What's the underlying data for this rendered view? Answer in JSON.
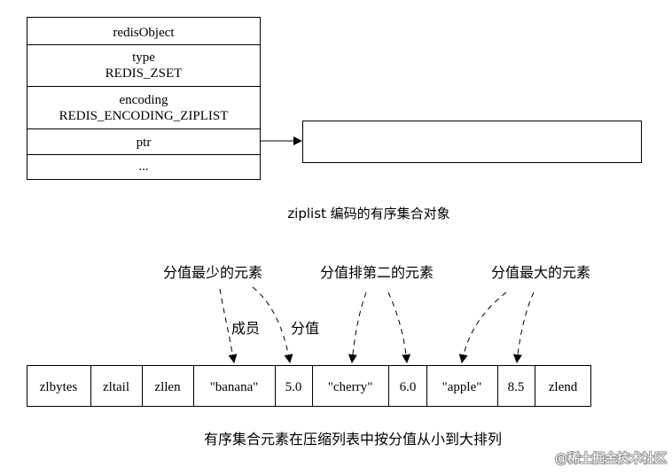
{
  "redis_object": {
    "header": "redisObject",
    "type_label": "type",
    "type_value": "REDIS_ZSET",
    "encoding_label": "encoding",
    "encoding_value": "REDIS_ENCODING_ZIPLIST",
    "ptr_label": "ptr",
    "ellipsis": "..."
  },
  "caption_top": "ziplist 编码的有序集合对象",
  "annotations": {
    "min_score": "分值最少的元素",
    "second_score": "分值排第二的元素",
    "max_score": "分值最大的元素",
    "member": "成员",
    "score": "分值"
  },
  "ziplist": {
    "cells": [
      "zlbytes",
      "zltail",
      "zllen",
      "\"banana\"",
      "5.0",
      "\"cherry\"",
      "6.0",
      "\"apple\"",
      "8.5",
      "zlend"
    ]
  },
  "caption_bottom": "有序集合元素在压缩列表中按分值从小到大排列",
  "watermark": "@稀土掘金技术社区"
}
